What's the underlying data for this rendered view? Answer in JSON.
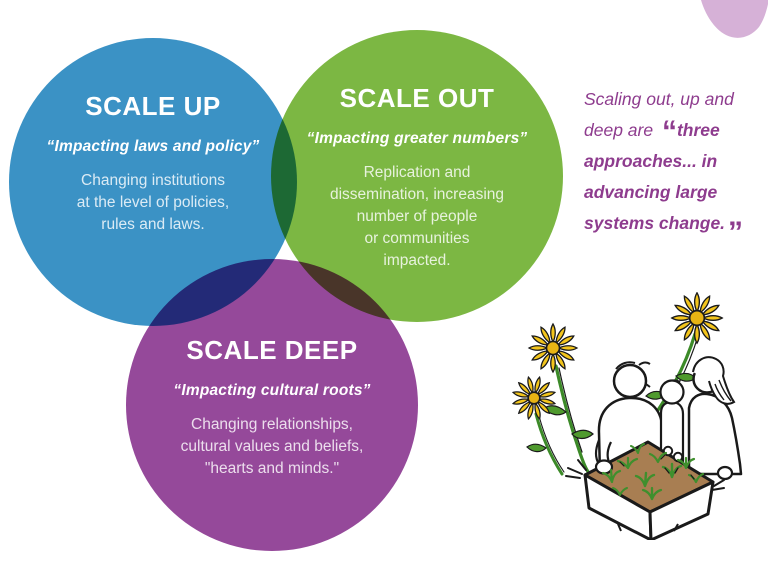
{
  "circles": [
    {
      "id": "scale-up",
      "title": "SCALE UP",
      "subtitle": "“Impacting laws and policy”",
      "body": "Changing institutions\nat the level of policies,\nrules and laws.",
      "color": "#3b92c5"
    },
    {
      "id": "scale-out",
      "title": "SCALE OUT",
      "subtitle": "“Impacting greater numbers”",
      "body": "Replication and\ndissemination, increasing\nnumber of people\nor communities\nimpacted.",
      "color": "#7cb743"
    },
    {
      "id": "scale-deep",
      "title": "SCALE DEEP",
      "subtitle": "“Impacting cultural roots”",
      "body": "Changing relationships,\ncultural values and beliefs,\n\"hearts and minds.\"",
      "color": "#95499a"
    }
  ],
  "overlap_colors": {
    "up_out": "#1c6833",
    "up_deep": "#222976",
    "out_deep": "#483428"
  },
  "quote": {
    "prefix": "Scaling out, up and deep are",
    "open_mark": "“",
    "bold_text": "three approaches... in advancing large systems change.",
    "close_mark": "”",
    "color": "#8e3c8e"
  },
  "decor": {
    "corner_blob_color": "#d6b1d7"
  },
  "illustration": {
    "name": "family-gardening-around-planter-box",
    "flower_color": "#f3c51c",
    "flower_center_color": "#e8b414",
    "stem_color": "#3c8a28",
    "sprout_color": "#3f8f2d",
    "soil_color": "#a87e52",
    "line_color": "#1a1a1a"
  }
}
